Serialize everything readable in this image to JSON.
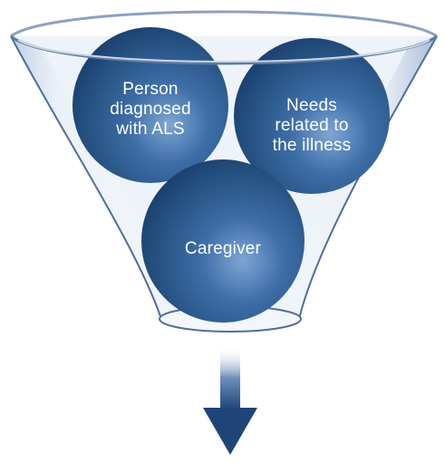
{
  "diagram": {
    "circles": [
      {
        "id": "person",
        "label": "Person\ndiagnosed\nwith ALS"
      },
      {
        "id": "needs",
        "label": "Needs\nrelated to\nthe illness"
      },
      {
        "id": "caregiver",
        "label": "Caregiver"
      }
    ],
    "colors": {
      "ball_dark": "#1c3f73",
      "ball_mid": "#2f5f9a",
      "ball_light": "#7fa6d3",
      "funnel_edge": "#4f6f99",
      "funnel_glass": "#dfe8f3",
      "arrow": "#1f4478"
    }
  }
}
